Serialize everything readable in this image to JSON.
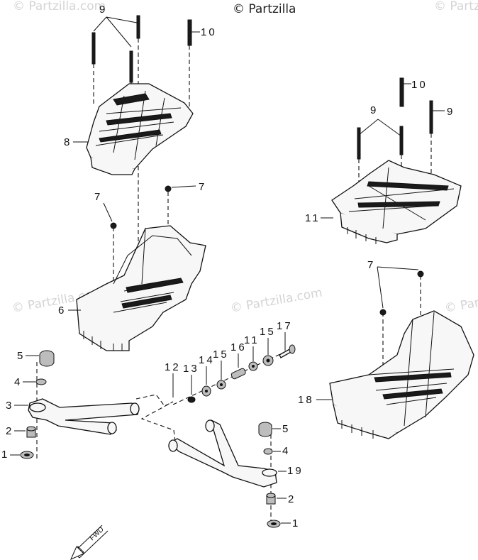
{
  "copyright": "© Partzilla",
  "watermark": "© Partzilla.com",
  "direction_label": "FWD",
  "callouts": {
    "c1": "1",
    "c2": "2",
    "c3": "3",
    "c4": "4",
    "c5": "5",
    "c6": "6",
    "c7": "7",
    "c8": "8",
    "c9": "9",
    "c10": "10",
    "c11": "11",
    "c12": "12",
    "c13": "13",
    "c14": "14",
    "c15": "15",
    "c16": "16",
    "c17": "17",
    "c18": "18",
    "c19": "19"
  }
}
